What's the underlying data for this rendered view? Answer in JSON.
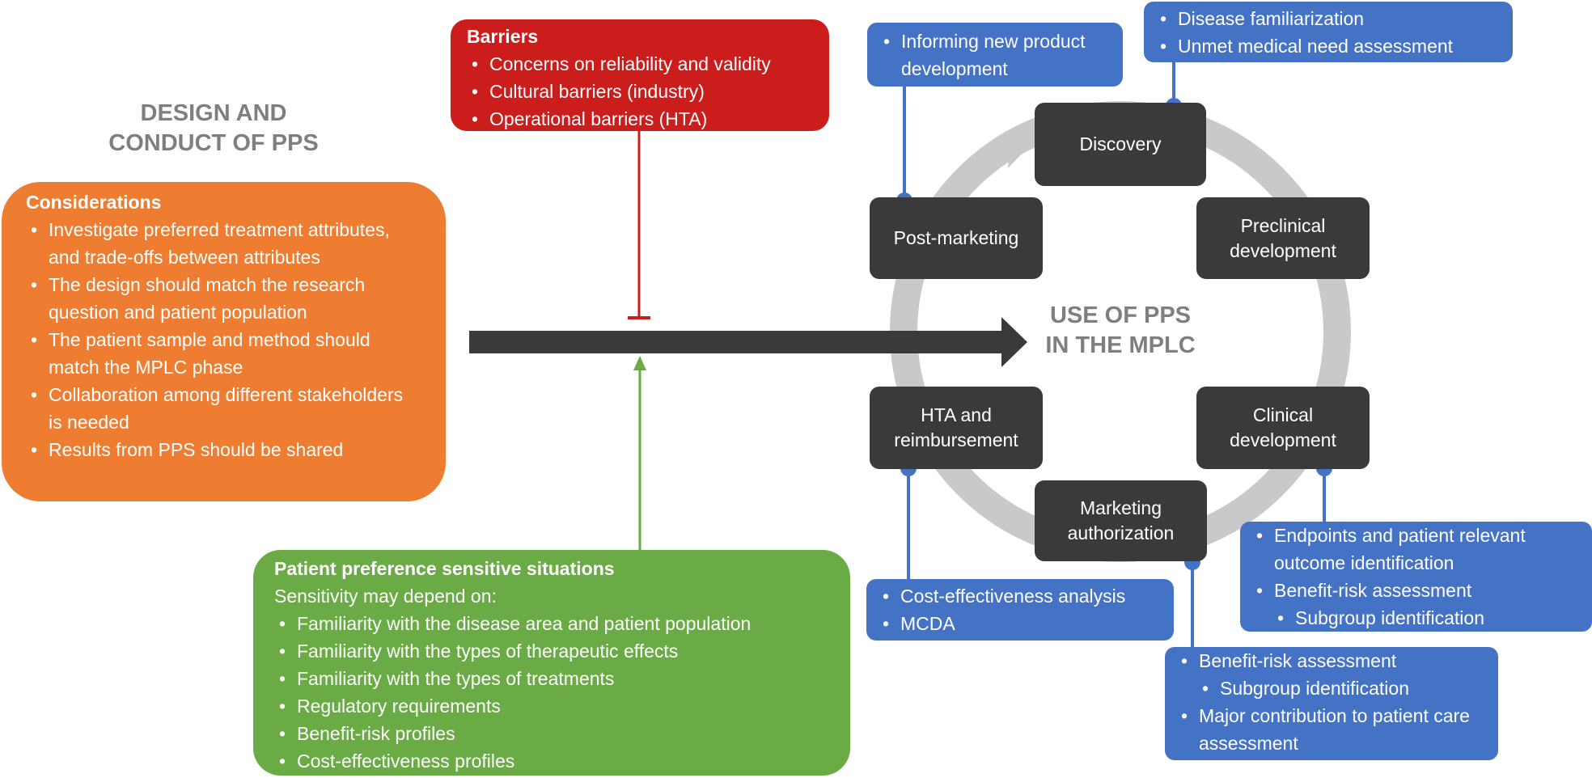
{
  "design_heading": "DESIGN AND\nCONDUCT OF PPS",
  "use_heading": "USE OF PPS\nIN THE MPLC",
  "barriers": {
    "title": "Barriers",
    "items": [
      "Concerns on reliability and validity",
      "Cultural barriers (industry)",
      "Operational barriers (HTA)"
    ]
  },
  "considerations": {
    "title": "Considerations",
    "items": [
      "Investigate preferred treatment attributes, and trade-offs between attributes",
      "The design should match the research question and patient population",
      "The patient sample and method should match the MPLC phase",
      "Collaboration among different stakeholders is needed",
      "Results from PPS should be shared"
    ]
  },
  "patient_preference": {
    "title": "Patient preference sensitive situations",
    "intro": "Sensitivity may depend on:",
    "items": [
      "Familiarity with the disease area and patient population",
      "Familiarity with the types of therapeutic effects",
      "Familiarity with the types of treatments",
      "Regulatory requirements",
      "Benefit-risk profiles",
      "Cost-effectiveness profiles"
    ]
  },
  "phases": {
    "discovery": "Discovery",
    "preclinical": "Preclinical development",
    "clinical": "Clinical development",
    "marketing": "Marketing authorization",
    "hta": "HTA and reimbursement",
    "post_marketing": "Post-marketing"
  },
  "uses": {
    "post_marketing": [
      "Informing new product development"
    ],
    "discovery": [
      "Disease familiarization",
      "Unmet medical need assessment"
    ],
    "clinical": {
      "item1": "Endpoints and patient relevant outcome identification",
      "item2": "Benefit-risk assessment",
      "sub": "Subgroup identification"
    },
    "hta": [
      "Cost-effectiveness analysis",
      "MCDA"
    ],
    "marketing": {
      "item1": "Benefit-risk assessment",
      "sub": "Subgroup identification",
      "item2": "Major contribution to patient care assessment"
    }
  },
  "colors": {
    "barriers": "#cc1d1d",
    "considerations": "#ef7d31",
    "patient_preference": "#6aab45",
    "uses": "#4473c5",
    "phases": "#3a3a3a",
    "cycle": "#c9c9c9",
    "heading": "#7f7f7f"
  }
}
